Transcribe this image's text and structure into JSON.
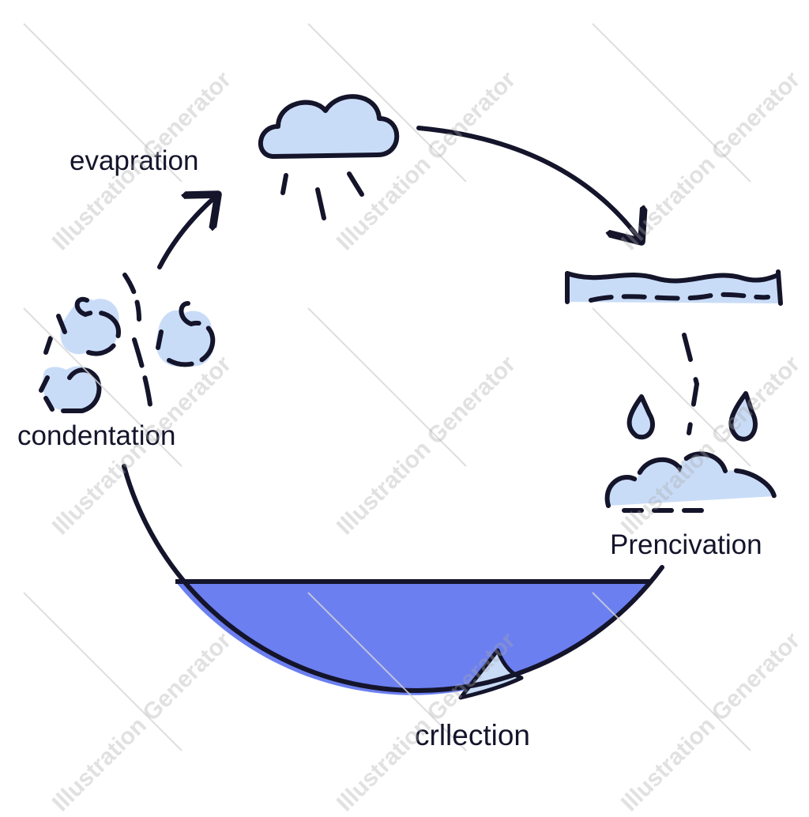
{
  "labels": {
    "evaporation": "evapration",
    "condensation": "condentation",
    "precipitation": "Prencivation",
    "collection": "crllection"
  },
  "watermark": {
    "text": "Illustration Generator"
  },
  "colors": {
    "stroke": "#14142b",
    "cloud_fill": "#c9dcf7",
    "water_fill": "#6b7ff0",
    "water_highlight": "#c9dcf7",
    "background": "#ffffff",
    "watermark": "#bdbdbd"
  }
}
